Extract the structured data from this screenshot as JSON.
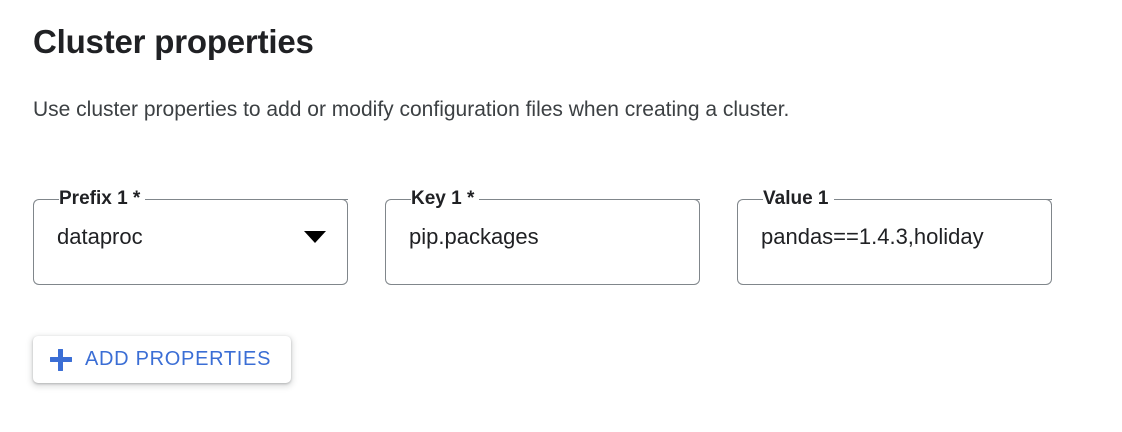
{
  "section": {
    "title": "Cluster properties",
    "description": "Use cluster properties to add or modify configuration files when creating a cluster."
  },
  "fields": [
    {
      "label": "Prefix 1 *",
      "value": "dataproc",
      "placeholder": "",
      "control": "select",
      "icon": "chevron-down-icon",
      "required": true
    },
    {
      "label": "Key 1 *",
      "value": "pip.packages",
      "placeholder": "",
      "control": "text",
      "required": true
    },
    {
      "label": "Value 1",
      "value": "pandas==1.4.3,holiday",
      "placeholder": "",
      "control": "text",
      "required": false
    }
  ],
  "add_button": {
    "label": "ADD PROPERTIES",
    "icon": "plus-icon"
  },
  "colors": {
    "accent_blue": "#3b6ed5",
    "text_primary": "#202124",
    "text_secondary": "#3c4043",
    "field_border": "#80868b",
    "background": "#ffffff"
  }
}
